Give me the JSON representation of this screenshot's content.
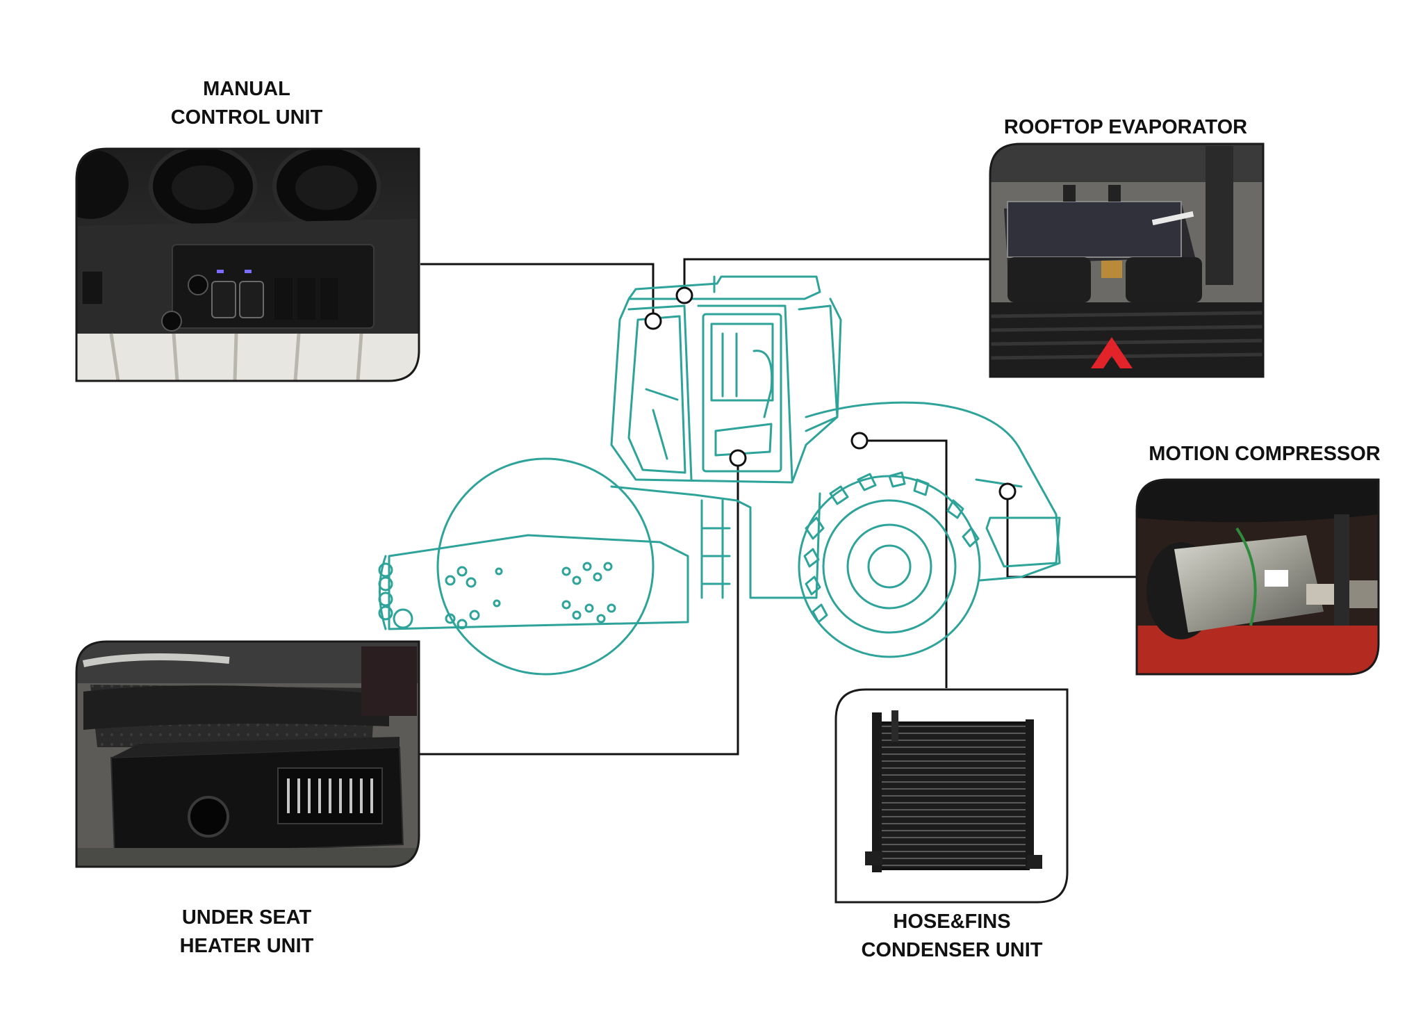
{
  "labels": {
    "manual_control": {
      "line1": "MANUAL",
      "line2": "CONTROL UNIT"
    },
    "rooftop_evaporator": {
      "line1": "ROOFTOP EVAPORATOR"
    },
    "motion_compressor": {
      "line1": "MOTION COMPRESSOR"
    },
    "under_seat_heater": {
      "line1": "UNDER SEAT",
      "line2": "HEATER UNIT"
    },
    "condenser": {
      "line1": "HOSE&FINS",
      "line2": "CONDENSER UNIT"
    }
  },
  "colors": {
    "roller_outline": "#2ea39a",
    "leader_line": "#111111",
    "frame_border": "#1a1a1a"
  },
  "illustration": "road roller line drawing"
}
